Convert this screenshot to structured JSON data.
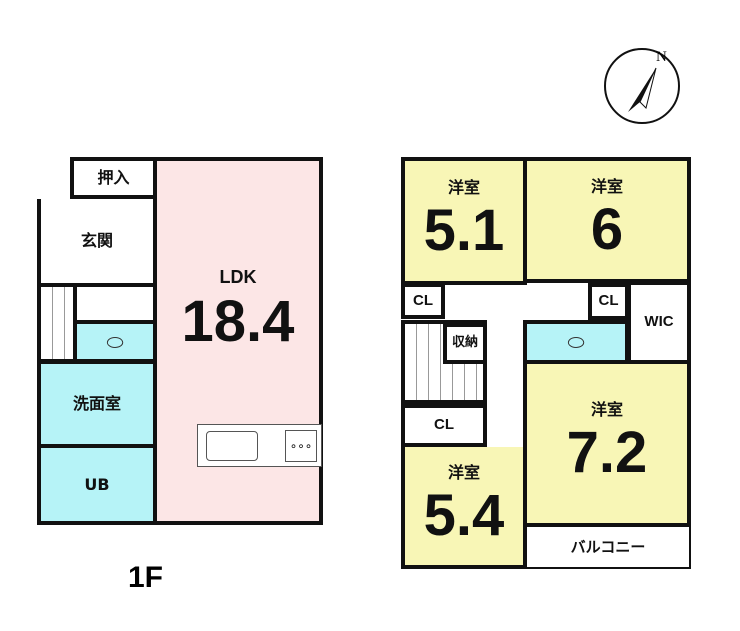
{
  "floor1": {
    "label": "1F",
    "rooms": {
      "oshiire": "押入",
      "genkan": "玄関",
      "ldk": "LDK",
      "ldk_size": "18.4",
      "senmen": "洗面室",
      "ub": "UB"
    }
  },
  "floor2": {
    "rooms": {
      "room_a": {
        "name": "洋室",
        "size": "5.1"
      },
      "room_b": {
        "name": "洋室",
        "size": "6"
      },
      "room_c": {
        "name": "洋室",
        "size": "7.2"
      },
      "room_d": {
        "name": "洋室",
        "size": "5.4"
      },
      "cl": "CL",
      "wic": "WIC",
      "shuno": "収納",
      "balcony": "バルコニー"
    }
  },
  "compass": {
    "label": "N"
  }
}
